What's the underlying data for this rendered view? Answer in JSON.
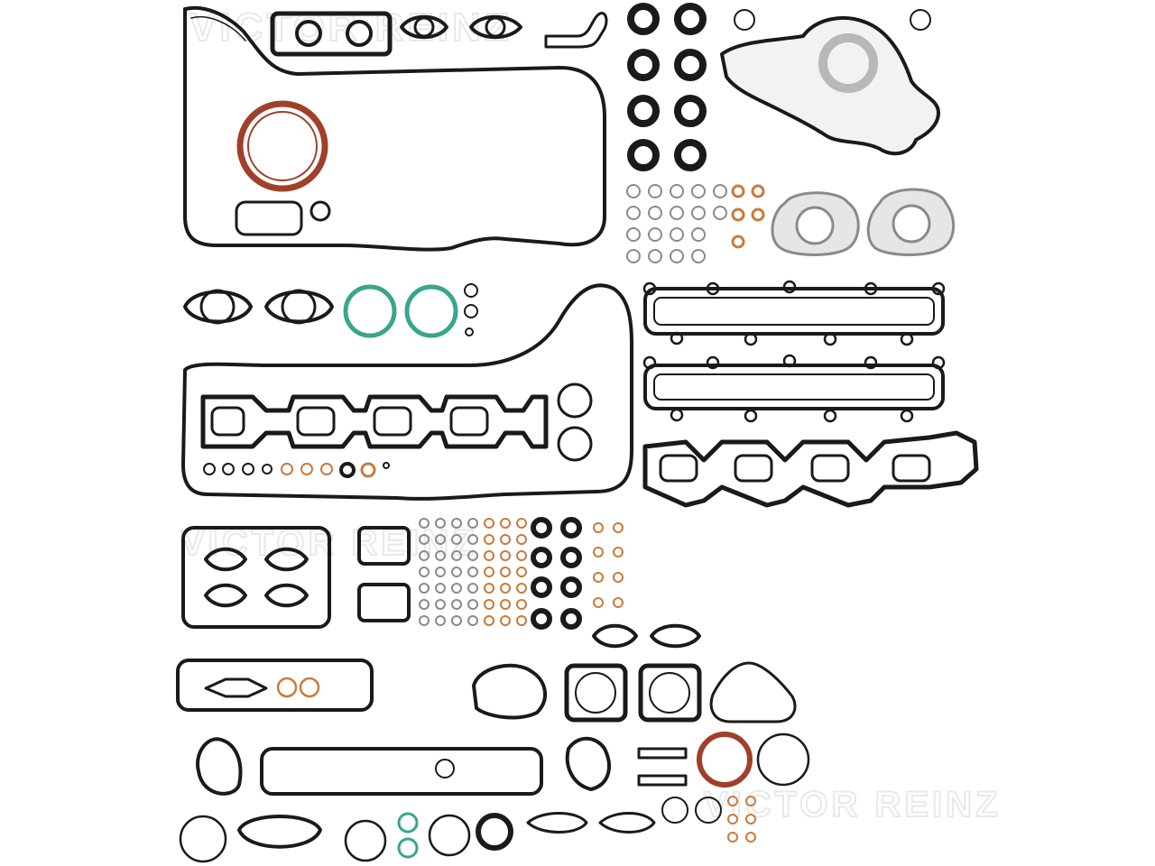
{
  "image": {
    "kind": "product-photo",
    "subject": "engine gasket set",
    "background_color": "#ffffff",
    "colors": {
      "gasket_black": "#1a1a1a",
      "seal_brown": "#a0402a",
      "ring_green": "#3aa58a",
      "ring_copper": "#c97b3c",
      "ring_grey": "#8a8a8a",
      "gasket_silver": "#b8b8b8",
      "watermark": "#e8e8e8"
    },
    "watermark_text": "VICTOR REINZ"
  }
}
